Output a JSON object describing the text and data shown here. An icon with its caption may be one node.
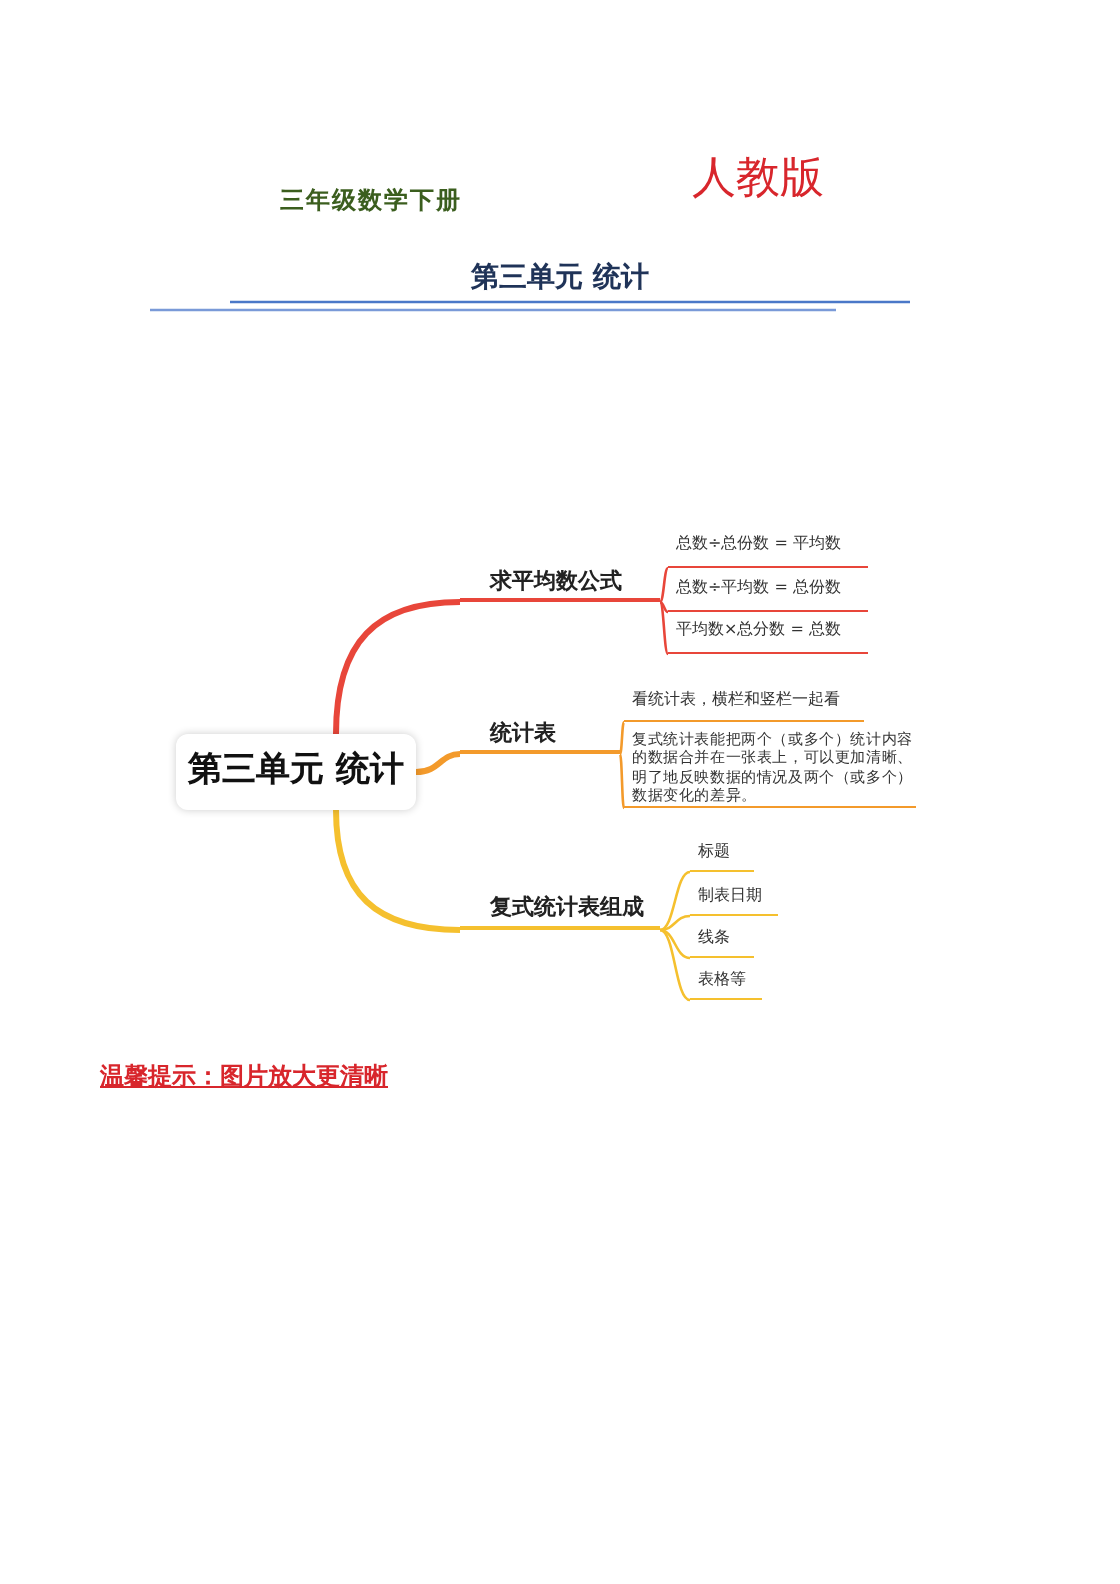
{
  "diagram": {
    "title": "第三单元 统计",
    "nodes": [
      {
        "text": [
          "第三单元 统计"
        ]
      },
      {
        "text": [
          "求平均数公式"
        ]
      },
      {
        "text": [
          "总数÷总份数 = 平均数"
        ]
      },
      {
        "text": [
          "总数÷平均数 = 总份数"
        ]
      },
      {
        "text": [
          "平均数×总分数 = 总数"
        ]
      },
      {
        "text": [
          "统计表"
        ]
      },
      {
        "text": [
          "看统计表，横栏和竖栏一起看"
        ]
      },
      {
        "text": [
          "复式统计表能把两个（或多个）统计内容的数据合并在一张表上，可以更加清晰、明了地反映数据的情况及两个（或多个）数据变化的差异。"
        ]
      },
      {
        "text": [
          "复式统计表组成"
        ]
      },
      {
        "text": [
          "标题"
        ]
      },
      {
        "text": [
          "制表日期"
        ]
      },
      {
        "text": [
          "线条"
        ]
      },
      {
        "text": [
          "表格等"
        ]
      }
    ],
    "edges": [
      {
        "from": 0,
        "to": 1,
        "arrow": "none",
        "style": "thick",
        "color": "#e8463a"
      },
      {
        "from": 1,
        "to": 2,
        "arrow": "none",
        "color": "#e8463a"
      },
      {
        "from": 1,
        "to": 3,
        "arrow": "none",
        "color": "#e8463a"
      },
      {
        "from": 1,
        "to": 4,
        "arrow": "none",
        "color": "#e8463a"
      },
      {
        "from": 0,
        "to": 5,
        "arrow": "none",
        "style": "thick",
        "color": "#f39a2b"
      },
      {
        "from": 5,
        "to": 6,
        "arrow": "none",
        "color": "#f39a2b"
      },
      {
        "from": 5,
        "to": 7,
        "arrow": "none",
        "color": "#f39a2b"
      },
      {
        "from": 0,
        "to": 8,
        "arrow": "none",
        "style": "thick",
        "color": "#f5c02e"
      },
      {
        "from": 8,
        "to": 9,
        "arrow": "none",
        "color": "#f5c02e"
      },
      {
        "from": 8,
        "to": 10,
        "arrow": "none",
        "color": "#f5c02e"
      },
      {
        "from": 8,
        "to": 11,
        "arrow": "none",
        "color": "#f5c02e"
      },
      {
        "from": 8,
        "to": 12,
        "arrow": "none",
        "color": "#f5c02e"
      }
    ],
    "labels": [
      "三年级数学下册",
      "人教版",
      "温馨提示：图片放大更清晰"
    ]
  }
}
